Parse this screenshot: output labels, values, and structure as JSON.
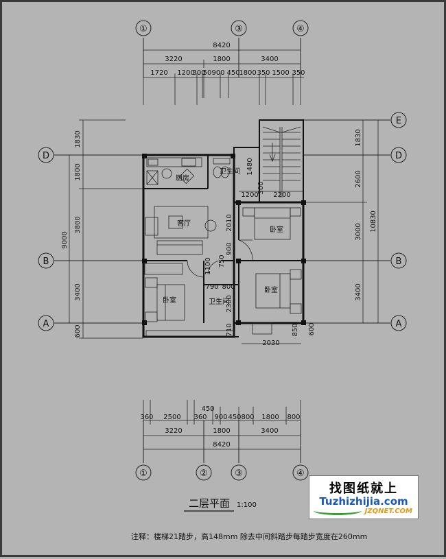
{
  "grid_top": [
    "①",
    "③",
    "④"
  ],
  "grid_bottom": [
    "①",
    "②",
    "③",
    "④"
  ],
  "grid_left": [
    "D",
    "B",
    "A"
  ],
  "grid_right": [
    "E",
    "D",
    "B",
    "A"
  ],
  "dims_top": {
    "total": "8420",
    "row2": [
      "3220",
      "1800",
      "3400"
    ],
    "row3": [
      "1720",
      "1200",
      "300",
      "50",
      "900",
      "450",
      "1800",
      "350",
      "1500",
      "350"
    ]
  },
  "dims_bottom": {
    "total": "8420",
    "row2": [
      "3220",
      "1800",
      "3400"
    ],
    "row1": [
      "360",
      "2500",
      "360",
      "900",
      "450",
      "800",
      "1800",
      "800"
    ],
    "extra": "450"
  },
  "dims_left": {
    "outer": "9000",
    "inner": [
      "1830",
      "1800",
      "3800",
      "3400",
      "600"
    ]
  },
  "dims_right": {
    "outer": "10830",
    "inner": [
      "1830",
      "2600",
      "3000",
      "3400"
    ]
  },
  "dims_inner": {
    "stair_w1": "1200",
    "stair_w2": "2200",
    "v1480": "1480",
    "v2010": "2010",
    "v900": "900",
    "v750": "750",
    "v1100": "1100",
    "v2300": "2300",
    "v710": "710",
    "h790": "790",
    "h800": "800",
    "h2030": "2030",
    "v850": "850",
    "v300": "300",
    "v600": "600"
  },
  "rooms": {
    "kitchen": "厨房",
    "bath_top": "卫生间",
    "living": "客厅",
    "bedroom_right_top": "卧室",
    "bedroom_left": "卧室",
    "bedroom_right_bottom": "卧室",
    "bath_bottom": "卫生间"
  },
  "title": "二层平面",
  "scale": "1:100",
  "note": "注释：楼梯21踏步，高148mm 除去中间斜踏步每踏步宽度在260mm",
  "watermark": {
    "main": "找图纸就上",
    "url": "Tuzhizhijia.com",
    "sub": "JZQNET.COM"
  }
}
